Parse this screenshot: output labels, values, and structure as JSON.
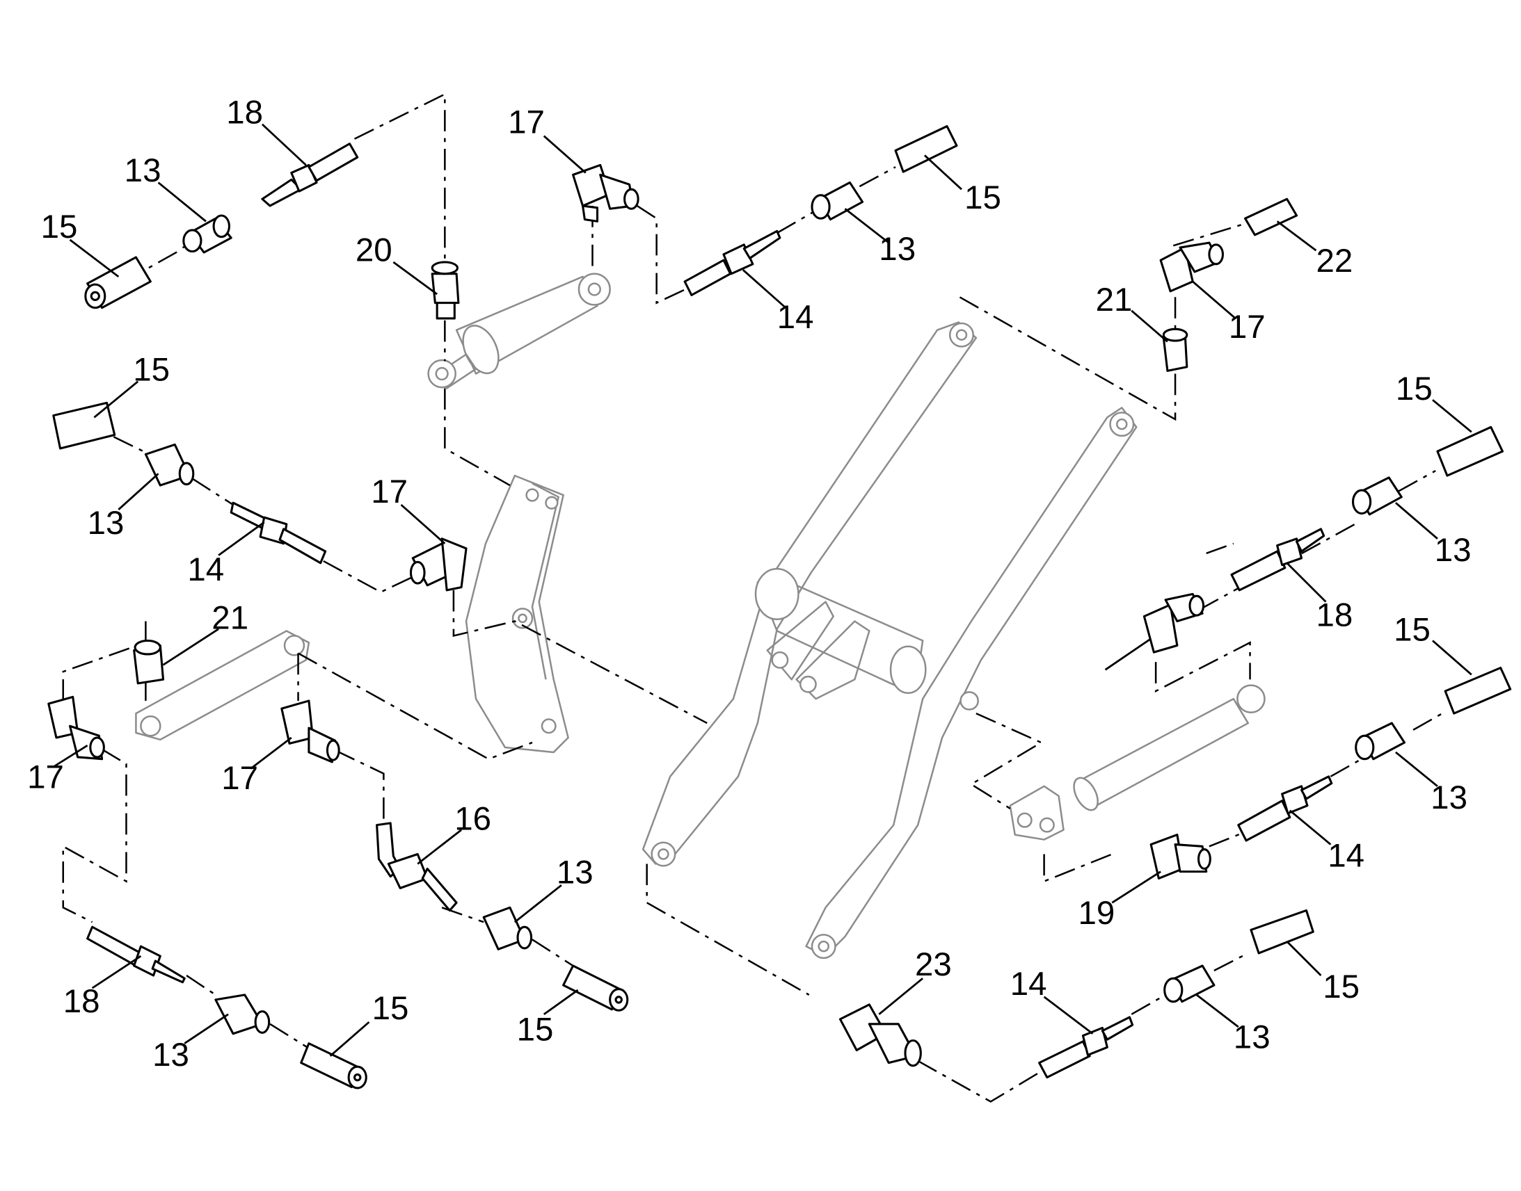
{
  "diagram": {
    "colors": {
      "ink": "#000000",
      "ghost_outline": "#8c8c8c",
      "background": "#ffffff"
    },
    "parts": {
      "loader_arm": "loader-arm-frame",
      "lift_cylinder": "lift-cylinder",
      "tilt_cylinder": "tilt-cylinder",
      "bell_crank": "bell-crank",
      "tilt_link": "tilt-link"
    },
    "callouts": {
      "c01": "18",
      "c02": "13",
      "c03": "15",
      "c04": "17",
      "c05": "15",
      "c06": "13",
      "c07": "14",
      "c08": "20",
      "c09": "22",
      "c10": "21",
      "c11": "17",
      "c12": "15",
      "c13": "13",
      "c14": "14",
      "c15": "17",
      "c16": "15",
      "c17": "13",
      "c18": "18",
      "c19": "21",
      "c20": "17",
      "c21": "17",
      "c22": "15",
      "c23": "13",
      "c24": "14",
      "c25": "16",
      "c26": "13",
      "c27": "19",
      "c28": "18",
      "c29": "13",
      "c30": "15",
      "c31": "15",
      "c32": "23",
      "c33": "14",
      "c34": "13",
      "c35": "15"
    }
  }
}
